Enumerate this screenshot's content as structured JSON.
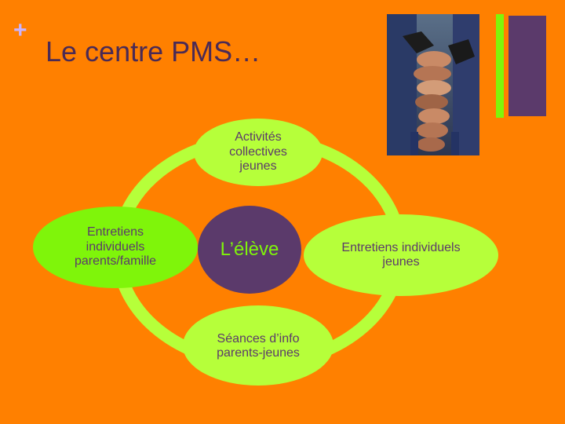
{
  "slide": {
    "title": "Le centre PMS…",
    "plus": "+"
  },
  "diagram": {
    "center": "L’élève",
    "top": "Activités collectives jeunes",
    "left": "Entretiens individuels parents/famille",
    "right": "Entretiens individuels jeunes",
    "bottom": "Séances d’info parents-jeunes"
  },
  "colors": {
    "background": "#ff8000",
    "ring": "#b6ff3a",
    "node": "#b6ff3a",
    "center": "#5b3a6b",
    "text": "#5b3a6b"
  },
  "photo": {
    "subject": "stacked-hands-team-photo"
  }
}
